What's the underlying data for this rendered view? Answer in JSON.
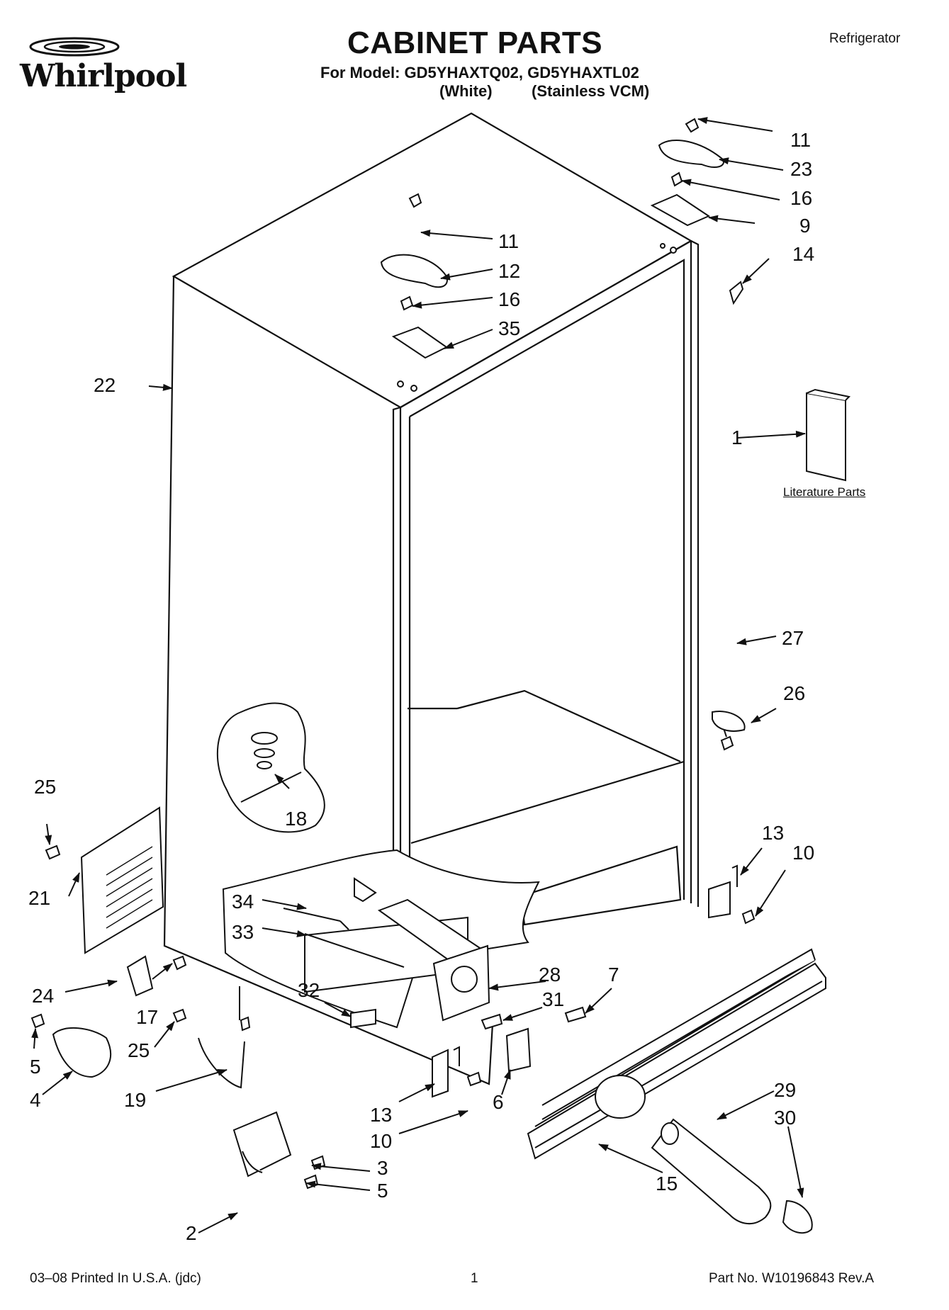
{
  "header": {
    "brand": "Whirlpool",
    "title": "CABINET PARTS",
    "model_line": "For Model: GD5YHAXTQ02, GD5YHAXTL02",
    "variant_white": "(White)",
    "variant_stainless": "(Stainless VCM)",
    "category": "Refrigerator"
  },
  "literature_caption": "Literature Parts",
  "footer": {
    "print_info": "03–08 Printed In U.S.A. (jdc)",
    "page_number": "1",
    "part_number": "Part No. W10196843 Rev.A"
  },
  "callouts": {
    "c11a": "11",
    "c23": "23",
    "c16a": "16",
    "c9": "9",
    "c14": "14",
    "c11b": "11",
    "c12": "12",
    "c16b": "16",
    "c35": "35",
    "c22": "22",
    "c1": "1",
    "c27": "27",
    "c26": "26",
    "c25a": "25",
    "c21": "21",
    "c18": "18",
    "c13a": "13",
    "c10a": "10",
    "c34": "34",
    "c33": "33",
    "c28": "28",
    "c7": "7",
    "c31": "31",
    "c32": "32",
    "c24": "24",
    "c17": "17",
    "c25b": "25",
    "c19": "19",
    "c5a": "5",
    "c4": "4",
    "c13b": "13",
    "c10b": "10",
    "c6": "6",
    "c29": "29",
    "c30": "30",
    "c15": "15",
    "c3": "3",
    "c5b": "5",
    "c2": "2"
  }
}
